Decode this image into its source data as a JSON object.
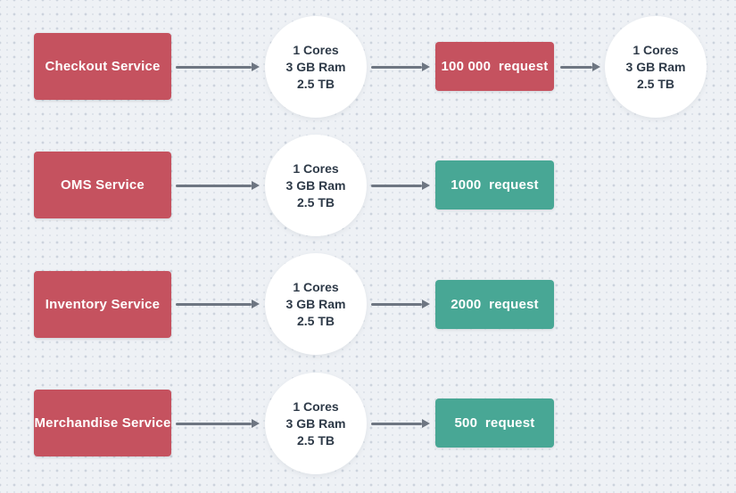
{
  "canvas": {
    "background_color": "#eef1f5",
    "dot_color": "#ccd3dd"
  },
  "colors": {
    "service_node_red": "#c5525f",
    "request_node_red": "#c5525f",
    "request_node_teal": "#48a795",
    "arrow_gray": "#6e7682",
    "circle_background": "#ffffff",
    "circle_text": "#2e3a48"
  },
  "rows": [
    {
      "service": "Checkout Service",
      "specs": [
        "1 Cores",
        "3 GB Ram",
        "2.5 TB"
      ],
      "request": "100 000  request",
      "request_color": "#c5525f",
      "extra_specs": [
        "1 Cores",
        "3 GB Ram",
        "2.5 TB"
      ]
    },
    {
      "service": "OMS Service",
      "specs": [
        "1 Cores",
        "3 GB Ram",
        "2.5 TB"
      ],
      "request": "1000  request",
      "request_color": "#48a795"
    },
    {
      "service": "Inventory Service",
      "specs": [
        "1 Cores",
        "3 GB Ram",
        "2.5 TB"
      ],
      "request": "2000  request",
      "request_color": "#48a795"
    },
    {
      "service": "Merchandise Service",
      "specs": [
        "1 Cores",
        "3 GB Ram",
        "2.5 TB"
      ],
      "request": "500  request",
      "request_color": "#48a795"
    }
  ]
}
